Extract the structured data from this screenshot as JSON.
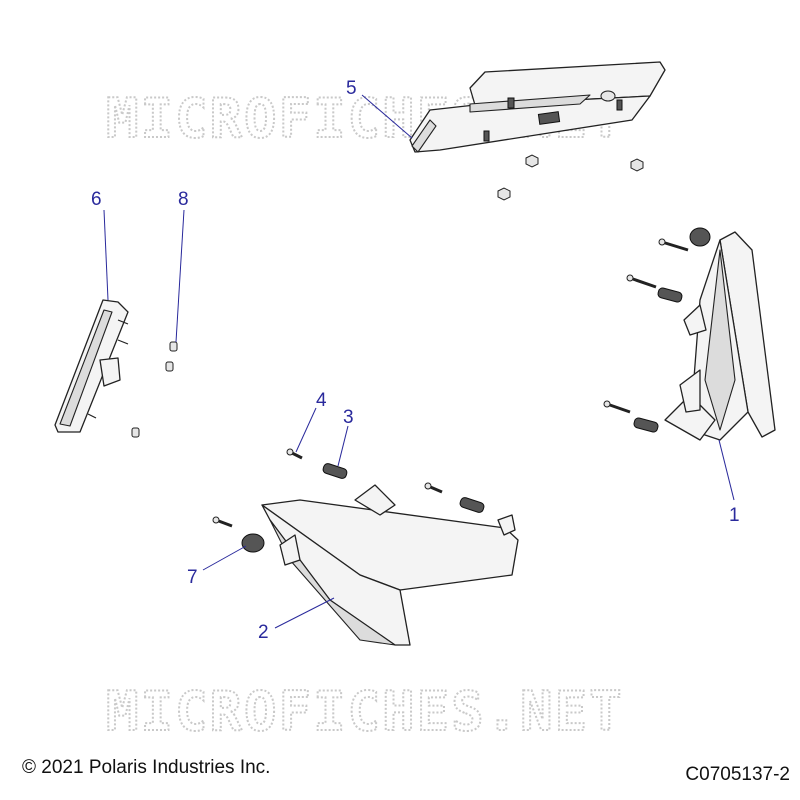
{
  "watermark": "MICROFICHES.NET",
  "callouts": {
    "c1": "1",
    "c2": "2",
    "c3": "3",
    "c4": "4",
    "c5": "5",
    "c6": "6",
    "c7": "7",
    "c8": "8"
  },
  "footer": {
    "copyright": "© 2021 Polaris Industries Inc.",
    "diagram_code": "C0705137-2"
  },
  "colors": {
    "callout": "#2a2a9c",
    "watermark": "#c9c9c9",
    "line": "#222222"
  }
}
